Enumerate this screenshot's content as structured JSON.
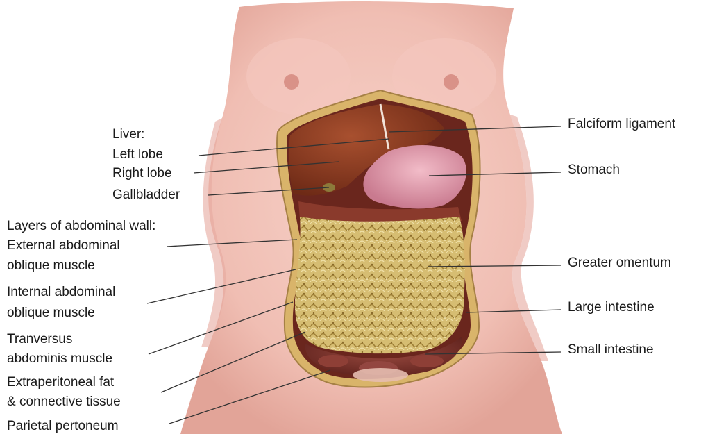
{
  "diagram": {
    "liver_heading": "Liver:",
    "wall_heading": "Layers of abdominal wall:",
    "left_labels": {
      "left_lobe": "Left lobe",
      "right_lobe": "Right lobe",
      "gallbladder": "Gallbladder",
      "external_oblique_1": "External abdominal",
      "external_oblique_2": "oblique muscle",
      "internal_oblique_1": "Internal abdominal",
      "internal_oblique_2": "oblique muscle",
      "transversus_1": "Tranversus",
      "transversus_2": "abdominis muscle",
      "extraperitoneal_1": "Extraperitoneal fat",
      "extraperitoneal_2": "& connective tissue",
      "parietal": "Parietal pertoneum"
    },
    "right_labels": {
      "falciform": "Falciform ligament",
      "stomach": "Stomach",
      "greater_omentum": "Greater omentum",
      "large_intestine": "Large intestine",
      "small_intestine": "Small intestine"
    }
  },
  "colors": {
    "skin": "#f2c3ba",
    "skin_shadow": "#e3a89e",
    "liver": "#8c3a20",
    "stomach": "#e6a3b2",
    "omentum": "#d9c277",
    "omentum_dark": "#a88a3e",
    "wall_fat": "#d8b66a",
    "intestine": "#7a2f2a",
    "leader": "#333333"
  }
}
